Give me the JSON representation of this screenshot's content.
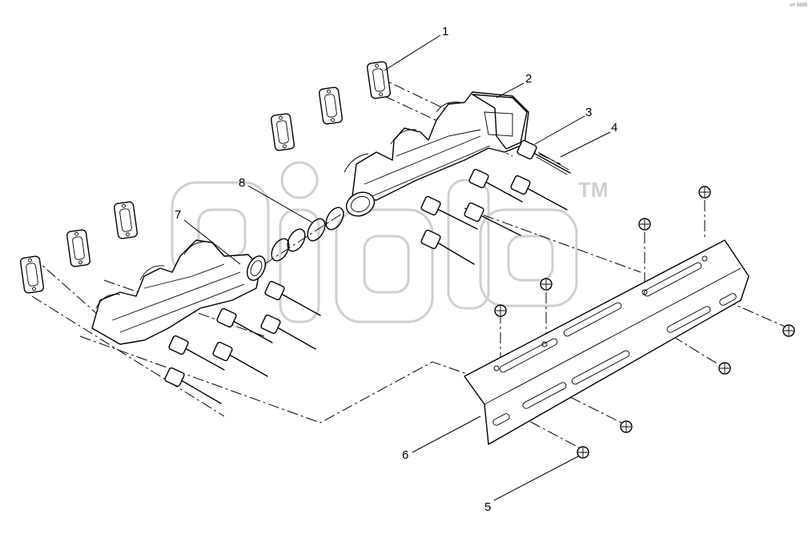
{
  "diagram": {
    "callouts": [
      {
        "id": "1",
        "label": "1"
      },
      {
        "id": "2",
        "label": "2"
      },
      {
        "id": "3",
        "label": "3"
      },
      {
        "id": "4",
        "label": "4"
      },
      {
        "id": "5",
        "label": "5"
      },
      {
        "id": "6",
        "label": "6"
      },
      {
        "id": "7",
        "label": "7"
      },
      {
        "id": "8",
        "label": "8"
      }
    ],
    "watermark": {
      "trademark": "TM"
    },
    "corner_code": "ɑᶦᵖ 5999"
  }
}
